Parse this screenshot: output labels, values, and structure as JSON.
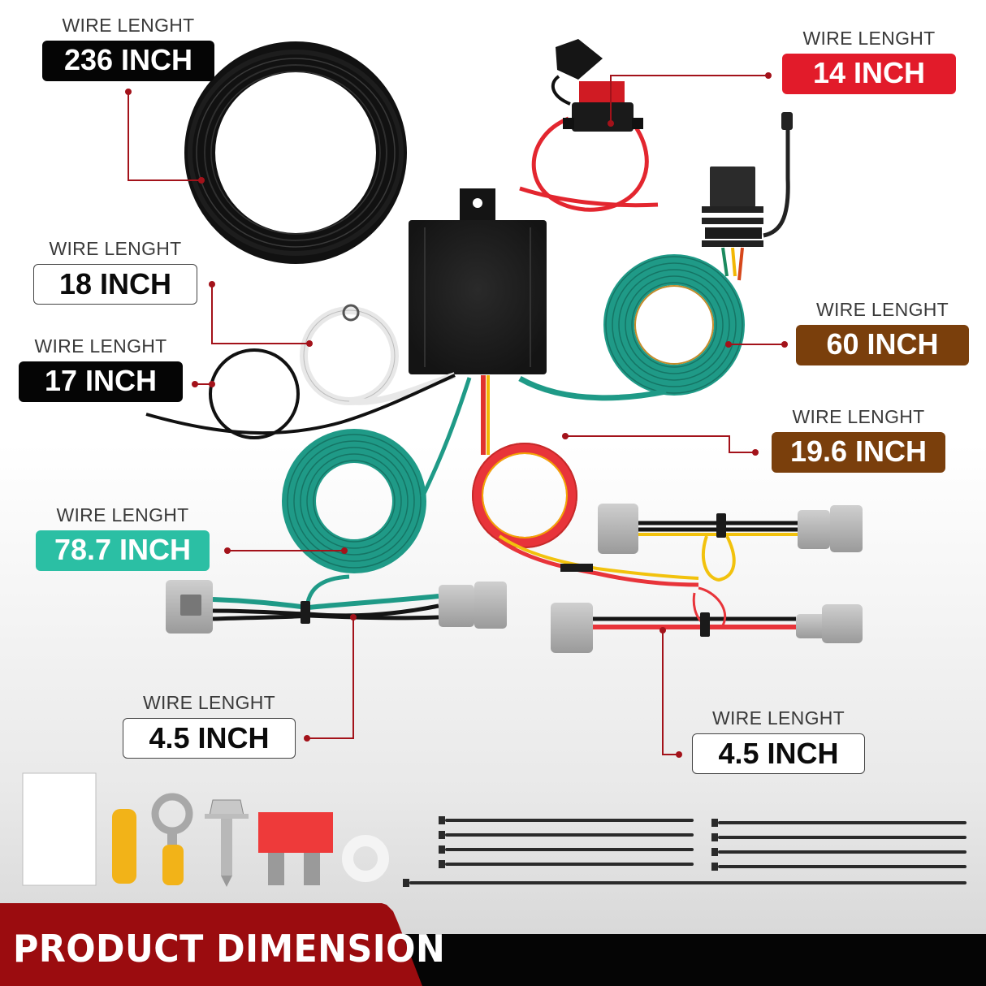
{
  "footer": {
    "title": "PRODUCT DIMENSION",
    "colors": {
      "red_tab": "#9b0c0f",
      "bar": "#050505"
    }
  },
  "callouts": [
    {
      "id": "main-harness",
      "caption": "WIRE LENGHT",
      "value": "236 INCH",
      "style": "black",
      "color": "#050505",
      "target": "black wire coil"
    },
    {
      "id": "fuse-lead",
      "caption": "WIRE LENGHT",
      "value": "14 INCH",
      "style": "red",
      "color": "#e21b2a",
      "target": "inline fuse holder with red wire"
    },
    {
      "id": "ground-lead",
      "caption": "WIRE LENGHT",
      "value": "18 INCH",
      "style": "outline",
      "color": "#ffffff",
      "target": "white ground wire with ring terminal"
    },
    {
      "id": "power-lead",
      "caption": "WIRE LENGHT",
      "value": "17 INCH",
      "style": "black",
      "color": "#050505",
      "target": "black power wire loop"
    },
    {
      "id": "four-way-lead",
      "caption": "WIRE LENGHT",
      "value": "60 INCH",
      "style": "brown",
      "color": "#7a3f0c",
      "target": "4-way flat connector green coil"
    },
    {
      "id": "red-yellow-lead",
      "caption": "WIRE LENGHT",
      "value": "19.6 INCH",
      "style": "brown",
      "color": "#7a3f0c",
      "target": "red/yellow wire coil"
    },
    {
      "id": "green-lead",
      "caption": "WIRE LENGHT",
      "value": "78.7 INCH",
      "style": "teal",
      "color": "#2bbfa4",
      "target": "green wire coil"
    },
    {
      "id": "left-tconnector",
      "caption": "WIRE LENGHT",
      "value": "4.5 INCH",
      "style": "outline",
      "color": "#ffffff",
      "target": "left T-connector harness"
    },
    {
      "id": "right-tconnector",
      "caption": "WIRE LENGHT",
      "value": "4.5 INCH",
      "style": "outline",
      "color": "#ffffff",
      "target": "right T-connector harness"
    }
  ],
  "components": {
    "converter_box": "black module with mounting tab",
    "connector_4way": "black 4-pin flat connector with dust cap",
    "accessories": [
      "alcohol prep pad",
      "butt connector",
      "ring terminal",
      "self-tapping screw",
      "blade fuse",
      "plastic washer"
    ],
    "zip_ties": {
      "short": 8,
      "long": 1
    }
  },
  "leader_color": "#a3121a"
}
